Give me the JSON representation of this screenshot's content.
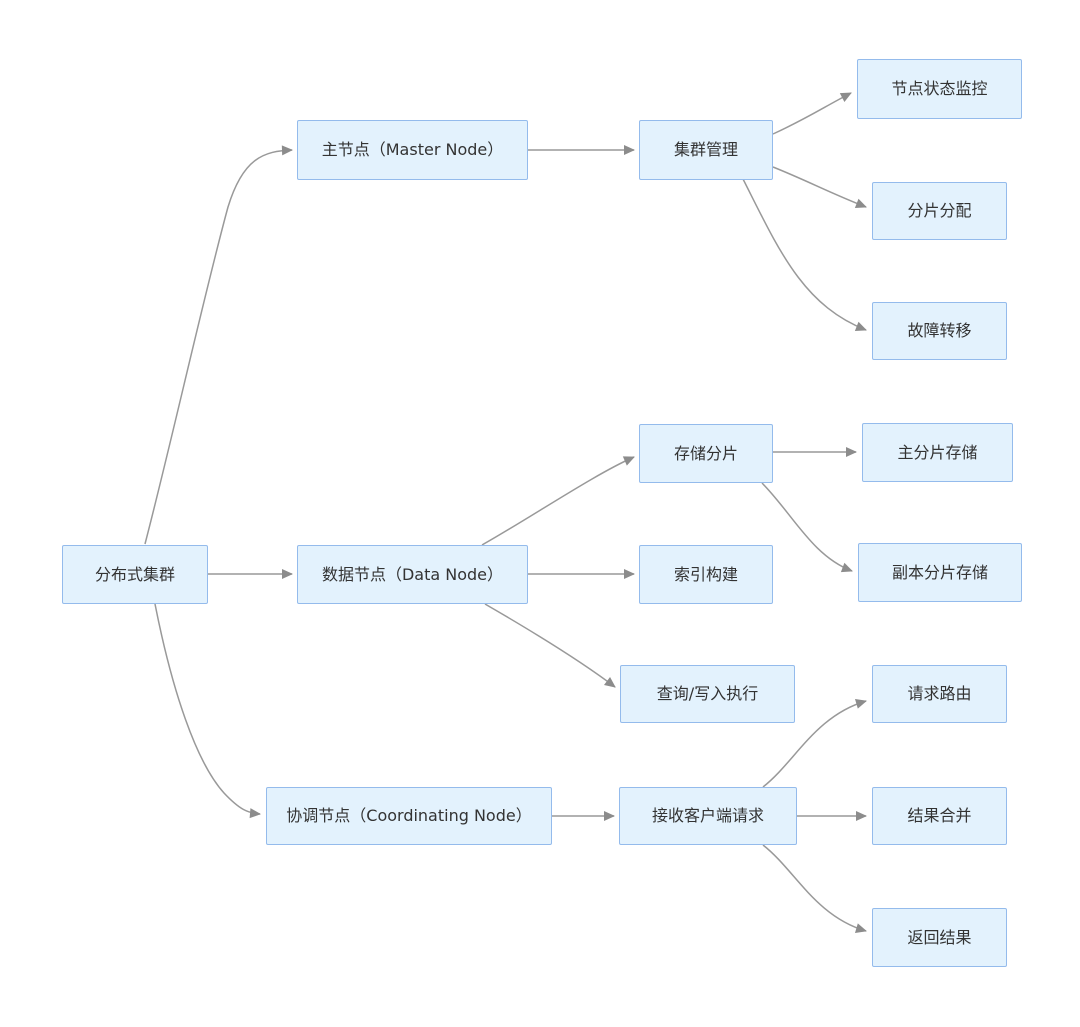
{
  "diagram": {
    "type": "flowchart",
    "direction": "left-to-right",
    "colors": {
      "node_fill": "#E3F2FD",
      "node_border": "#94BBEC",
      "edge": "#999999",
      "text": "#333333",
      "background": "#FFFFFF"
    },
    "nodes": {
      "root": {
        "label": "分布式集群"
      },
      "master": {
        "label": "主节点（Master Node）"
      },
      "data_node": {
        "label": "数据节点（Data Node）"
      },
      "coordinating": {
        "label": "协调节点（Coordinating Node）"
      },
      "cluster_mgmt": {
        "label": "集群管理"
      },
      "node_status": {
        "label": "节点状态监控"
      },
      "shard_alloc": {
        "label": "分片分配"
      },
      "failover": {
        "label": "故障转移"
      },
      "store_shard": {
        "label": "存储分片"
      },
      "index_build": {
        "label": "索引构建"
      },
      "query_exec": {
        "label": "查询/写入执行"
      },
      "primary_shard": {
        "label": "主分片存储"
      },
      "replica_shard": {
        "label": "副本分片存储"
      },
      "receive_request": {
        "label": "接收客户端请求"
      },
      "request_routing": {
        "label": "请求路由"
      },
      "result_merge": {
        "label": "结果合并"
      },
      "return_result": {
        "label": "返回结果"
      }
    },
    "edges": [
      {
        "from": "root",
        "to": "master"
      },
      {
        "from": "root",
        "to": "data_node"
      },
      {
        "from": "root",
        "to": "coordinating"
      },
      {
        "from": "master",
        "to": "cluster_mgmt"
      },
      {
        "from": "cluster_mgmt",
        "to": "node_status"
      },
      {
        "from": "cluster_mgmt",
        "to": "shard_alloc"
      },
      {
        "from": "cluster_mgmt",
        "to": "failover"
      },
      {
        "from": "data_node",
        "to": "store_shard"
      },
      {
        "from": "data_node",
        "to": "index_build"
      },
      {
        "from": "data_node",
        "to": "query_exec"
      },
      {
        "from": "store_shard",
        "to": "primary_shard"
      },
      {
        "from": "store_shard",
        "to": "replica_shard"
      },
      {
        "from": "coordinating",
        "to": "receive_request"
      },
      {
        "from": "receive_request",
        "to": "request_routing"
      },
      {
        "from": "receive_request",
        "to": "result_merge"
      },
      {
        "from": "receive_request",
        "to": "return_result"
      }
    ]
  }
}
